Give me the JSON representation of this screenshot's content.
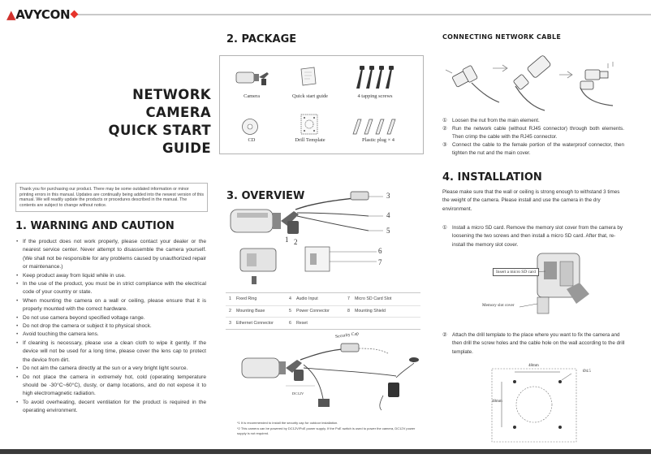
{
  "header": {
    "brand": "AVYCON"
  },
  "title": {
    "line1": "NETWORK CAMERA",
    "line2": "QUICK START GUIDE"
  },
  "intro": "Thank you for purchasing our product. There may be some outdated information or minor printing errors in this manual. Updates are continually being added into the newest version of this manual. We will readily update the products or procedures described in the manual. The contents are subject to change without notice.",
  "warning": {
    "heading": "1. WARNING AND CAUTION",
    "items": [
      "If the product does not work properly, please contact your dealer or the nearest service center. Never attempt to disassemble the camera yourself. (We shall not be responsible for any problems caused by unauthorized repair or maintenance.)",
      "Keep product away from liquid while in use.",
      "In the use of the product, you must be in strict compliance with the electrical code of your country or state.",
      "When mounting the camera on a wall or ceiling, please ensure that it is properly mounted with the correct hardware.",
      "Do not use camera beyond specified voltage range.",
      "Do not drop the camera or subject it to physical shock.",
      "Avoid touching the camera lens.",
      "If cleaning is necessary, please use a clean cloth to wipe it gently. If the device will not be used for a long time, please cover the lens cap to protect the device from dirt.",
      "Do not aim the camera directly at the sun or a very bright light source.",
      "Do not place the camera in extremely hot, cold (operating temperature should be -30°C~60°C), dusty, or damp locations, and do not expose it to high electromagnetic radiation.",
      "To avoid overheating, decent ventilation for the product is required in the operating environment."
    ]
  },
  "package": {
    "heading": "2. PACKAGE",
    "items": [
      "Camera",
      "Quick  start guide",
      "4 tapping screws",
      "CD",
      "Drill Template",
      "Plastic  plug × 4"
    ]
  },
  "overview": {
    "heading": "3. OVERVIEW",
    "callouts": [
      "1",
      "2",
      "3",
      "4",
      "5",
      "6",
      "7"
    ],
    "parts": [
      [
        "1",
        "Fixed Ring"
      ],
      [
        "4",
        "Audio Input"
      ],
      [
        "7",
        "Micro SD Card Slot"
      ],
      [
        "2",
        "Mounting Base"
      ],
      [
        "5",
        "Power Connector"
      ],
      [
        "8",
        "Mounting Shield"
      ],
      [
        "3",
        "Ethernet Connector"
      ],
      [
        "6",
        "Reset"
      ]
    ],
    "security_cap": "Security Cap",
    "power_label": "DC12V",
    "note1": "*1 It is recommended to install the security cap for outdoor installation.",
    "note2": "*2 This camera can be powered by DC12V/PoE power supply. If the PoE switch is used to power the camera, DC12V power supply is not required."
  },
  "network": {
    "heading": "CONNECTING NETWORK CABLE",
    "steps": [
      {
        "num": "①",
        "text": "Loosen the nut from the main element."
      },
      {
        "num": "②",
        "text": "Run the network cable (without RJ45 connector) through both elements. Then crimp the cable with the RJ45 connector."
      },
      {
        "num": "③",
        "text": "Connect the cable to the female portion of the waterproof connector, then tighten the nut and the main cover."
      }
    ]
  },
  "installation": {
    "heading": "4. INSTALLATION",
    "intro": "Please make sure that the wall or ceiling is strong enough to withstand 3 times the weight of the camera. Please install and use the camera in the dry environment.",
    "step1_num": "①",
    "step1": "Install a micro SD card. Remove the memory slot cover from the camera by loosening the two screws and then install a micro SD card. After that, re-install the memory slot cover.",
    "sd_label": "Insert a micro SD card",
    "cover_label": "Memory slot cover",
    "step2_num": "②",
    "step2": "Attach the drill template to the place where you want to fix the camera and then drill the screw holes and the cable hole on the wall according to the drill template.",
    "dim_h": "48mm",
    "dim_v": "48mm",
    "dim_hole": "Ø4.5"
  }
}
